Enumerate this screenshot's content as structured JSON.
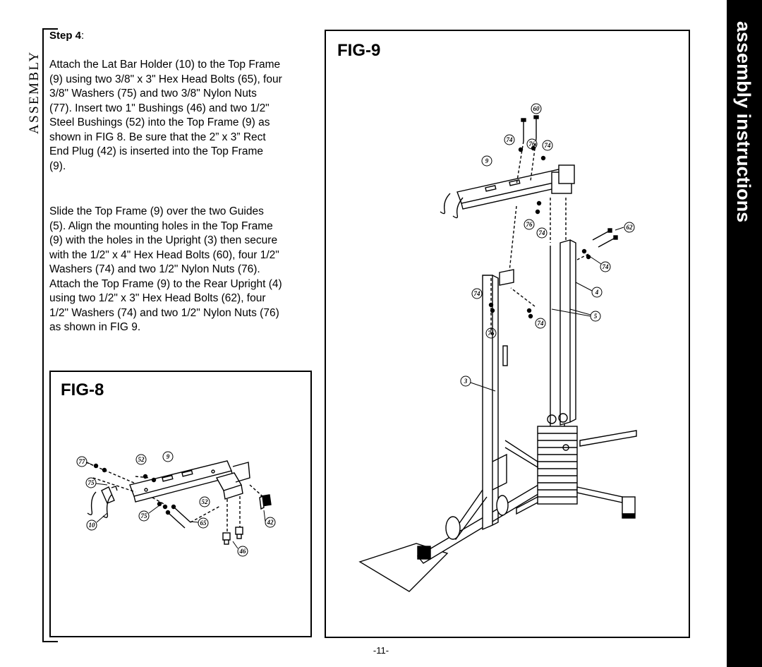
{
  "side_label": "ASSEMBLY",
  "sidebar_title": "assembly instructions",
  "step": {
    "label": "Step 4",
    "suffix": ":"
  },
  "paragraphs": [
    "Attach the Lat Bar Holder (10) to the Top Frame (9) using two 3/8\" x 3\" Hex Head Bolts (65), four 3/8\" Washers (75) and two 3/8\" Nylon Nuts (77).  Insert two 1\" Bushings (46) and two 1/2\" Steel Bushings (52) into the Top Frame (9) as shown in FIG 8.  Be sure that the 2” x 3” Rect End Plug (42) is inserted into the Top Frame (9).",
    "Slide the Top Frame (9) over the two Guides (5).  Align the mounting holes in the Top Frame (9) with the holes in the Upright (3) then secure with the 1/2\" x 4\" Hex Head Bolts (60), four 1/2\" Washers (74) and two 1/2\" Nylon Nuts (76).  Attach the Top Frame (9) to the Rear Upright (4) using two 1/2\" x 3\" Hex Head Bolts (62), four 1/2\" Washers (74) and two 1/2\" Nylon Nuts (76) as shown in FIG 9."
  ],
  "fig8": {
    "title": "FIG-8",
    "callouts": [
      "77",
      "52",
      "9",
      "75",
      "52",
      "75",
      "65",
      "10",
      "42",
      "46"
    ]
  },
  "fig9": {
    "title": "FIG-9",
    "callouts": [
      "60",
      "74",
      "76",
      "74",
      "9",
      "76",
      "74",
      "62",
      "74",
      "74",
      "4",
      "74",
      "5",
      "76",
      "3"
    ]
  },
  "page_number": "-11-"
}
